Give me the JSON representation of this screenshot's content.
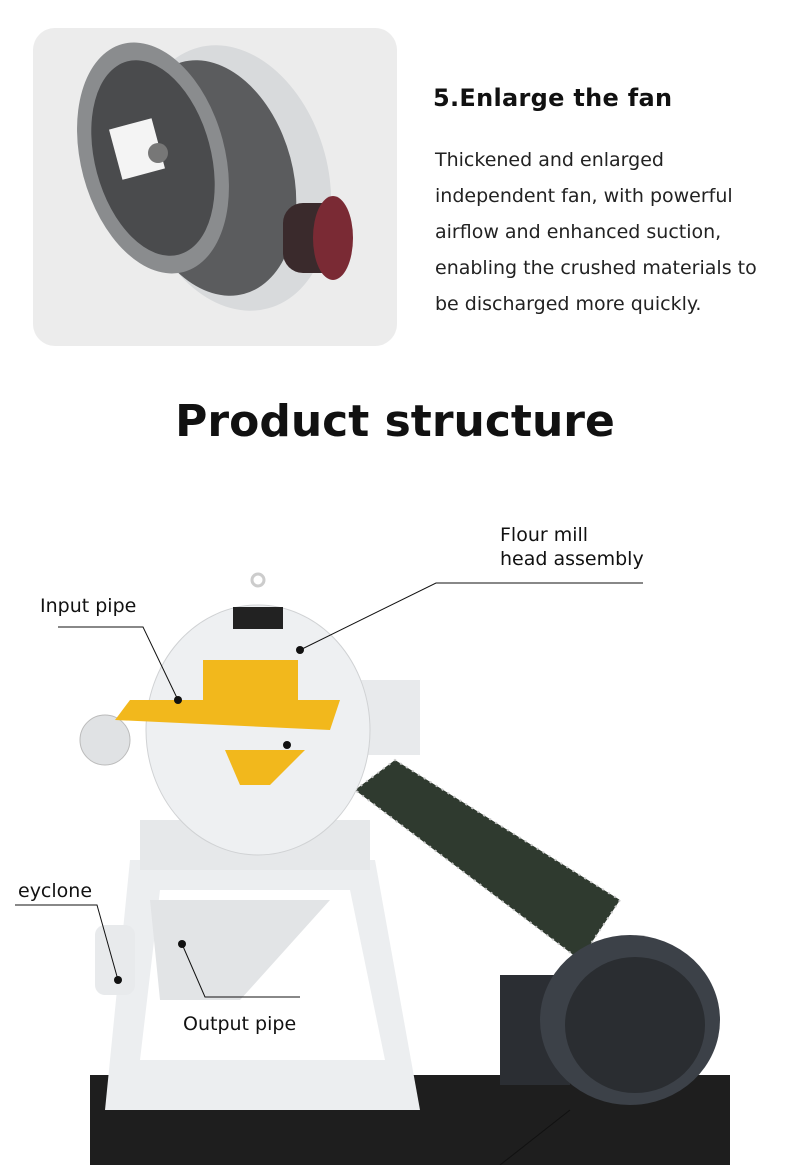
{
  "feature": {
    "title": "5.Enlarge the fan",
    "description": "Thickened and enlarged independent fan, with powerful airflow and enhanced suction, enabling the crushed materials to be discharged more quickly."
  },
  "section_title": "Product structure",
  "callouts": {
    "flour_mill_line1": "Flour mill",
    "flour_mill_line2": "head assembly",
    "input_pipe": "Input pipe",
    "cyclone": "eyclone",
    "output_pipe": "Output pipe"
  },
  "colors": {
    "accent_yellow": "#f2b81c",
    "machine_white": "#eef0f2",
    "motor_gray": "#3c4148"
  }
}
